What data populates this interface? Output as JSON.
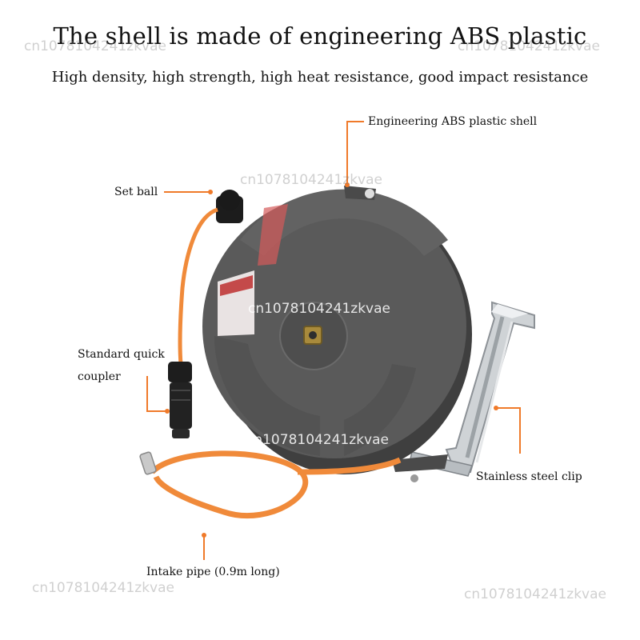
{
  "headline": "The shell is made of engineering ABS plastic",
  "subheadline": "High density, high strength, high heat resistance, good impact resistance",
  "callouts": {
    "shell": "Engineering ABS plastic shell",
    "set_ball": "Set ball",
    "coupler_line1": "Standard quick",
    "coupler_line2": "coupler",
    "clip": "Stainless steel clip",
    "intake": "Intake pipe (0.9m long)"
  },
  "watermark": "cn1078104241zkvae",
  "colors": {
    "callout_line": "#f07a2a",
    "hose": "#f08a3a",
    "shell": "#5a5a5a"
  }
}
